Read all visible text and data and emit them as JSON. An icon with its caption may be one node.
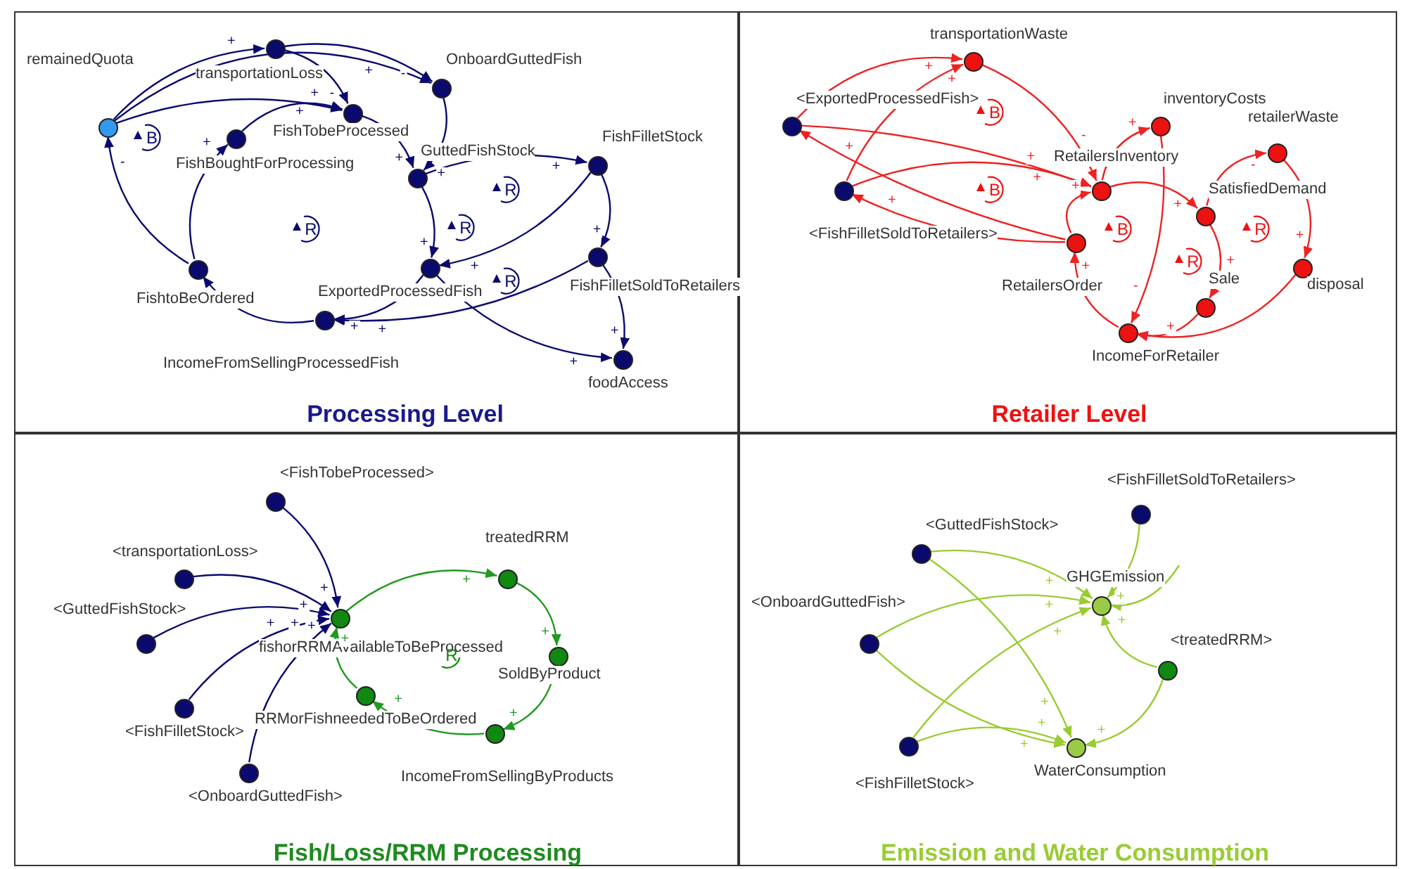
{
  "diagram": {
    "nodes": [
      {
        "text": [
          "Processing Level"
        ]
      },
      {
        "text": [],
        "shape": "circle",
        "in": 0,
        "beside": [
          "remainedQuota"
        ]
      },
      {
        "text": [],
        "shape": "circle",
        "in": 0,
        "beside": [
          "transportationLoss"
        ]
      },
      {
        "text": [],
        "shape": "circle",
        "in": 0,
        "beside": [
          "OnboardGuttedFish"
        ]
      },
      {
        "text": [],
        "shape": "circle",
        "in": 0,
        "beside": [
          "FishTobeProcessed"
        ]
      },
      {
        "text": [],
        "shape": "circle",
        "in": 0,
        "beside": [
          "FishBoughtForProcessing"
        ]
      },
      {
        "text": [],
        "shape": "circle",
        "in": 0,
        "beside": [
          "GuttedFishStock"
        ]
      },
      {
        "text": [],
        "shape": "circle",
        "in": 0,
        "beside": [
          "FishFilletStock"
        ]
      },
      {
        "text": [],
        "shape": "circle",
        "in": 0,
        "beside": [
          "ExportedProcessedFish"
        ]
      },
      {
        "text": [],
        "shape": "circle",
        "in": 0,
        "beside": [
          "FishtoBeOrdered"
        ]
      },
      {
        "text": [],
        "shape": "circle",
        "in": 0,
        "beside": [
          "FishFilletSoldToRetailers"
        ]
      },
      {
        "text": [],
        "shape": "circle",
        "in": 0,
        "beside": [
          "IncomeFromSellingProcessedFish"
        ]
      },
      {
        "text": [],
        "shape": "circle",
        "in": 0,
        "beside": [
          "foodAccess"
        ]
      },
      {
        "text": [
          "Retailer Level"
        ]
      },
      {
        "text": [],
        "shape": "circle",
        "in": 13,
        "beside": [
          "transportationWaste"
        ]
      },
      {
        "text": [],
        "shape": "circle",
        "in": 13,
        "beside": [
          "<ExportedProcessedFish>"
        ]
      },
      {
        "text": [],
        "shape": "circle",
        "in": 13,
        "beside": [
          "inventoryCosts"
        ]
      },
      {
        "text": [],
        "shape": "circle",
        "in": 13,
        "beside": [
          "retailerWaste"
        ]
      },
      {
        "text": [],
        "shape": "circle",
        "in": 13,
        "beside": [
          "RetailersInventory"
        ]
      },
      {
        "text": [],
        "shape": "circle",
        "in": 13,
        "beside": [
          "<FishFilletSoldToRetailers>"
        ]
      },
      {
        "text": [],
        "shape": "circle",
        "in": 13,
        "beside": [
          "SatisfiedDemand"
        ]
      },
      {
        "text": [],
        "shape": "circle",
        "in": 13,
        "beside": [
          "RetailersOrder"
        ]
      },
      {
        "text": [],
        "shape": "circle",
        "in": 13,
        "beside": [
          "disposal"
        ]
      },
      {
        "text": [],
        "shape": "circle",
        "in": 13,
        "beside": [
          "Sale"
        ]
      },
      {
        "text": [],
        "shape": "circle",
        "in": 13,
        "beside": [
          "IncomeForRetailer"
        ]
      },
      {
        "text": [
          "Fish/Loss/RRM Processing"
        ]
      },
      {
        "text": [],
        "shape": "circle",
        "in": 25,
        "beside": [
          "<FishTobeProcessed>"
        ]
      },
      {
        "text": [],
        "shape": "circle",
        "in": 25,
        "beside": [
          "<transportationLoss>"
        ]
      },
      {
        "text": [],
        "shape": "circle",
        "in": 25,
        "beside": [
          "treatedRRM"
        ]
      },
      {
        "text": [],
        "shape": "circle",
        "in": 25,
        "beside": [
          "fishorRRMAvailableToBeProcessed"
        ]
      },
      {
        "text": [],
        "shape": "circle",
        "in": 25,
        "beside": [
          "<GuttedFishStock>"
        ]
      },
      {
        "text": [],
        "shape": "circle",
        "in": 25,
        "beside": [
          "SoldByProduct"
        ]
      },
      {
        "text": [],
        "shape": "circle",
        "in": 25,
        "beside": [
          "RRMorFishneededToBeOrdered"
        ]
      },
      {
        "text": [],
        "shape": "circle",
        "in": 25,
        "beside": [
          "<FishFilletStock>"
        ]
      },
      {
        "text": [],
        "shape": "circle",
        "in": 25,
        "beside": [
          "IncomeFromSellingByProducts"
        ]
      },
      {
        "text": [],
        "shape": "circle",
        "in": 25,
        "beside": [
          "<OnboardGuttedFish>"
        ]
      },
      {
        "text": [
          "Emission and Water Consumption"
        ]
      },
      {
        "text": [],
        "shape": "circle",
        "in": 36,
        "beside": [
          "<FishFilletSoldToRetailers>"
        ]
      },
      {
        "text": [],
        "shape": "circle",
        "in": 36,
        "beside": [
          "<GuttedFishStock>"
        ]
      },
      {
        "text": [],
        "shape": "circle",
        "in": 36,
        "beside": [
          "GHGEmission"
        ]
      },
      {
        "text": [],
        "shape": "circle",
        "in": 36,
        "beside": [
          "<OnboardGuttedFish>"
        ]
      },
      {
        "text": [],
        "shape": "circle",
        "in": 36,
        "beside": [
          "<treatedRRM>"
        ]
      },
      {
        "text": [],
        "shape": "circle",
        "in": 36,
        "beside": [
          "<FishFilletStock>"
        ]
      },
      {
        "text": [],
        "shape": "circle",
        "in": 36,
        "beside": [
          "WaterConsumption"
        ]
      }
    ],
    "edges": [
      {
        "from": 1,
        "to": 2,
        "arrow": "to",
        "label": "+"
      },
      {
        "from": 1,
        "to": 3,
        "arrow": "to",
        "label": "+"
      },
      {
        "from": 1,
        "to": 4,
        "arrow": "to",
        "label": "+"
      },
      {
        "from": 2,
        "to": 3,
        "arrow": "to",
        "label": "-"
      },
      {
        "from": 2,
        "to": 4,
        "arrow": "to",
        "label": "-"
      },
      {
        "from": 5,
        "to": 4,
        "arrow": "to",
        "label": "+"
      },
      {
        "from": 4,
        "to": 6,
        "arrow": "to",
        "label": "+"
      },
      {
        "from": 3,
        "to": 6,
        "arrow": "to",
        "label": "+"
      },
      {
        "from": 6,
        "to": 7,
        "arrow": "to",
        "label": "+"
      },
      {
        "from": 6,
        "to": 8,
        "arrow": "to",
        "label": "+"
      },
      {
        "from": 7,
        "to": 8,
        "arrow": "to",
        "label": "+"
      },
      {
        "from": 7,
        "to": 10,
        "arrow": "to",
        "label": "+"
      },
      {
        "from": 8,
        "to": 12,
        "arrow": "to",
        "label": "+"
      },
      {
        "from": 10,
        "to": 12,
        "arrow": "to",
        "label": "+"
      },
      {
        "from": 8,
        "to": 11,
        "arrow": "to",
        "label": "+"
      },
      {
        "from": 10,
        "to": 11,
        "arrow": "to",
        "label": "+"
      },
      {
        "from": 11,
        "to": 9,
        "arrow": "to"
      },
      {
        "from": 9,
        "to": 1,
        "arrow": "to",
        "label": "-"
      },
      {
        "from": 9,
        "to": 5,
        "arrow": "to",
        "label": "+"
      },
      {
        "from": 15,
        "to": 14,
        "arrow": "to",
        "label": "+",
        "color": "#ee2222"
      },
      {
        "from": 19,
        "to": 14,
        "arrow": "to",
        "label": "+",
        "color": "#ee2222"
      },
      {
        "from": 14,
        "to": 18,
        "arrow": "to",
        "label": "-",
        "color": "#ee2222"
      },
      {
        "from": 15,
        "to": 18,
        "arrow": "to",
        "label": "+",
        "color": "#ee2222"
      },
      {
        "from": 19,
        "to": 18,
        "arrow": "to",
        "label": "+",
        "color": "#ee2222"
      },
      {
        "from": 21,
        "to": 15,
        "arrow": "to",
        "label": "+",
        "color": "#ee2222"
      },
      {
        "from": 21,
        "to": 19,
        "arrow": "to",
        "label": "+",
        "color": "#ee2222"
      },
      {
        "from": 18,
        "to": 16,
        "arrow": "to",
        "label": "+",
        "color": "#ee2222"
      },
      {
        "from": 16,
        "to": 24,
        "arrow": "to",
        "label": "-",
        "color": "#ee2222"
      },
      {
        "from": 18,
        "to": 20,
        "arrow": "to",
        "label": "+",
        "color": "#ee2222"
      },
      {
        "from": 21,
        "to": 18,
        "arrow": "to",
        "label": "+",
        "color": "#ee2222"
      },
      {
        "from": 20,
        "to": 17,
        "arrow": "to",
        "label": "-",
        "color": "#ee2222"
      },
      {
        "from": 20,
        "to": 23,
        "arrow": "to",
        "label": "+",
        "color": "#ee2222"
      },
      {
        "from": 17,
        "to": 22,
        "arrow": "to",
        "label": "+",
        "color": "#ee2222"
      },
      {
        "from": 23,
        "to": 24,
        "arrow": "to",
        "color": "#ee2222"
      },
      {
        "from": 22,
        "to": 24,
        "arrow": "to",
        "label": "+",
        "color": "#ee2222"
      },
      {
        "from": 24,
        "to": 21,
        "arrow": "to",
        "label": "+",
        "color": "#ee2222"
      },
      {
        "from": 26,
        "to": 29,
        "arrow": "to",
        "label": "+"
      },
      {
        "from": 27,
        "to": 29,
        "arrow": "to",
        "label": "+"
      },
      {
        "from": 30,
        "to": 29,
        "arrow": "to",
        "label": "+"
      },
      {
        "from": 33,
        "to": 29,
        "arrow": "to",
        "label": "+"
      },
      {
        "from": 35,
        "to": 29,
        "arrow": "to",
        "label": "+"
      },
      {
        "from": 29,
        "to": 28,
        "arrow": "to",
        "label": "+",
        "color": "#229922"
      },
      {
        "from": 28,
        "to": 31,
        "arrow": "to",
        "label": "+",
        "color": "#229922"
      },
      {
        "from": 31,
        "to": 34,
        "arrow": "to",
        "label": "+",
        "color": "#229922"
      },
      {
        "from": 34,
        "to": 32,
        "arrow": "to",
        "label": "+",
        "color": "#229922"
      },
      {
        "from": 32,
        "to": 29,
        "arrow": "to",
        "label": "+",
        "color": "#229922"
      },
      {
        "from": 38,
        "to": 39,
        "arrow": "to",
        "label": "+",
        "color": "#99cc33"
      },
      {
        "from": 38,
        "to": 43,
        "arrow": "to",
        "label": "+",
        "color": "#99cc33"
      },
      {
        "from": 40,
        "to": 39,
        "arrow": "to",
        "label": "+",
        "color": "#99cc33"
      },
      {
        "from": 40,
        "to": 43,
        "arrow": "to",
        "label": "+",
        "color": "#99cc33"
      },
      {
        "from": 42,
        "to": 39,
        "arrow": "to",
        "label": "+",
        "color": "#99cc33"
      },
      {
        "from": 42,
        "to": 43,
        "arrow": "to",
        "label": "+",
        "color": "#99cc33"
      },
      {
        "from": 37,
        "to": 39,
        "arrow": "to",
        "label": "+",
        "color": "#99cc33"
      },
      {
        "from": 41,
        "to": 39,
        "arrow": "to",
        "label": "+",
        "color": "#99cc33"
      },
      {
        "from": 41,
        "to": 43,
        "arrow": "to",
        "label": "+",
        "color": "#99cc33"
      },
      {
        "from": null,
        "to": 39,
        "arrow": "to",
        "color": "#99cc33"
      }
    ],
    "labels": [
      "B",
      "R",
      "R",
      "R",
      "R",
      "B",
      "B",
      "B",
      "R",
      "R",
      "R"
    ]
  }
}
